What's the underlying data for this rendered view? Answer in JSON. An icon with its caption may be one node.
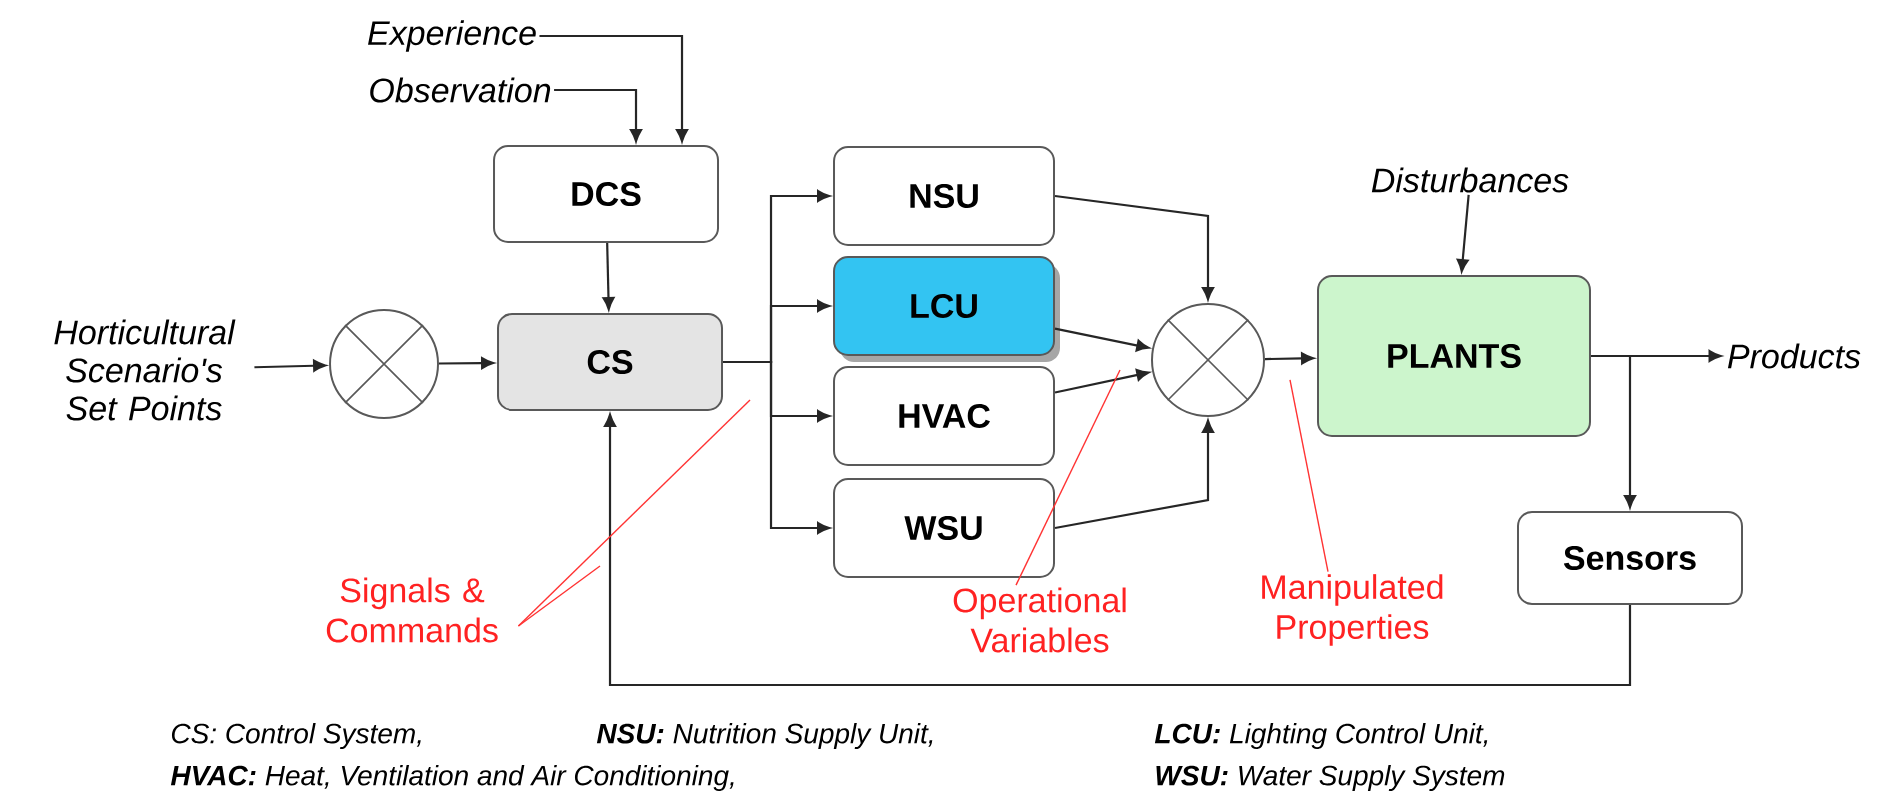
{
  "diagram": {
    "nodes": [
      {
        "text": [
          "Experience"
        ]
      },
      {
        "text": [
          "Observation"
        ]
      },
      {
        "text": [
          "DCS"
        ]
      },
      {
        "text": [
          "Horticultural Scenario's Set Points"
        ]
      },
      {
        "text": [],
        "shape": "circle"
      },
      {
        "text": [
          "CS"
        ]
      },
      {
        "text": [
          "NSU"
        ]
      },
      {
        "text": [
          "LCU"
        ]
      },
      {
        "text": [
          "HVAC"
        ]
      },
      {
        "text": [
          "WSU"
        ]
      },
      {
        "text": [],
        "shape": "circle"
      },
      {
        "text": [
          "PLANTS"
        ]
      },
      {
        "text": [
          "Disturbances"
        ]
      },
      {
        "text": [
          "Products"
        ]
      },
      {
        "text": [
          "Sensors"
        ]
      },
      {
        "text": [
          "Signals & Commands"
        ]
      },
      {
        "text": [
          "Operational Variables"
        ]
      },
      {
        "text": [
          "Manipulated Properties"
        ]
      }
    ],
    "edges": [
      {
        "from": 0,
        "to": 2,
        "arrow": "to"
      },
      {
        "from": 1,
        "to": 2,
        "arrow": "to"
      },
      {
        "from": 2,
        "to": 5,
        "arrow": "to"
      },
      {
        "from": 3,
        "to": 4,
        "arrow": "to"
      },
      {
        "from": 4,
        "to": 5,
        "arrow": "to"
      },
      {
        "from": 5,
        "to": 6,
        "arrow": "to"
      },
      {
        "from": 5,
        "to": 7,
        "arrow": "to"
      },
      {
        "from": 5,
        "to": 8,
        "arrow": "to"
      },
      {
        "from": 5,
        "to": 9,
        "arrow": "to"
      },
      {
        "from": 6,
        "to": 10,
        "arrow": "to"
      },
      {
        "from": 7,
        "to": 10,
        "arrow": "to"
      },
      {
        "from": 8,
        "to": 10,
        "arrow": "to"
      },
      {
        "from": 9,
        "to": 10,
        "arrow": "to"
      },
      {
        "from": 10,
        "to": 11,
        "arrow": "to"
      },
      {
        "from": 12,
        "to": 11,
        "arrow": "to"
      },
      {
        "from": 11,
        "to": 13,
        "arrow": "to"
      },
      {
        "from": 11,
        "to": 14,
        "arrow": "to"
      },
      {
        "from": 14,
        "to": 5,
        "arrow": "to"
      },
      {
        "from": 15,
        "to": null,
        "arrow": "none",
        "color": "#ff3333"
      },
      {
        "from": 15,
        "to": null,
        "arrow": "none",
        "color": "#ff3333"
      },
      {
        "from": 16,
        "to": null,
        "arrow": "none",
        "color": "#ff3333"
      },
      {
        "from": 17,
        "to": null,
        "arrow": "none",
        "color": "#ff3333"
      }
    ],
    "labels": [
      "CS: Control System,",
      "**NSU:** Nutrition Supply Unit,",
      "**LCU:** Lighting Control Unit,",
      "**HVAC:** Heat, Ventilation and Air Conditioning,",
      "**WSU:** Water Supply System"
    ]
  }
}
